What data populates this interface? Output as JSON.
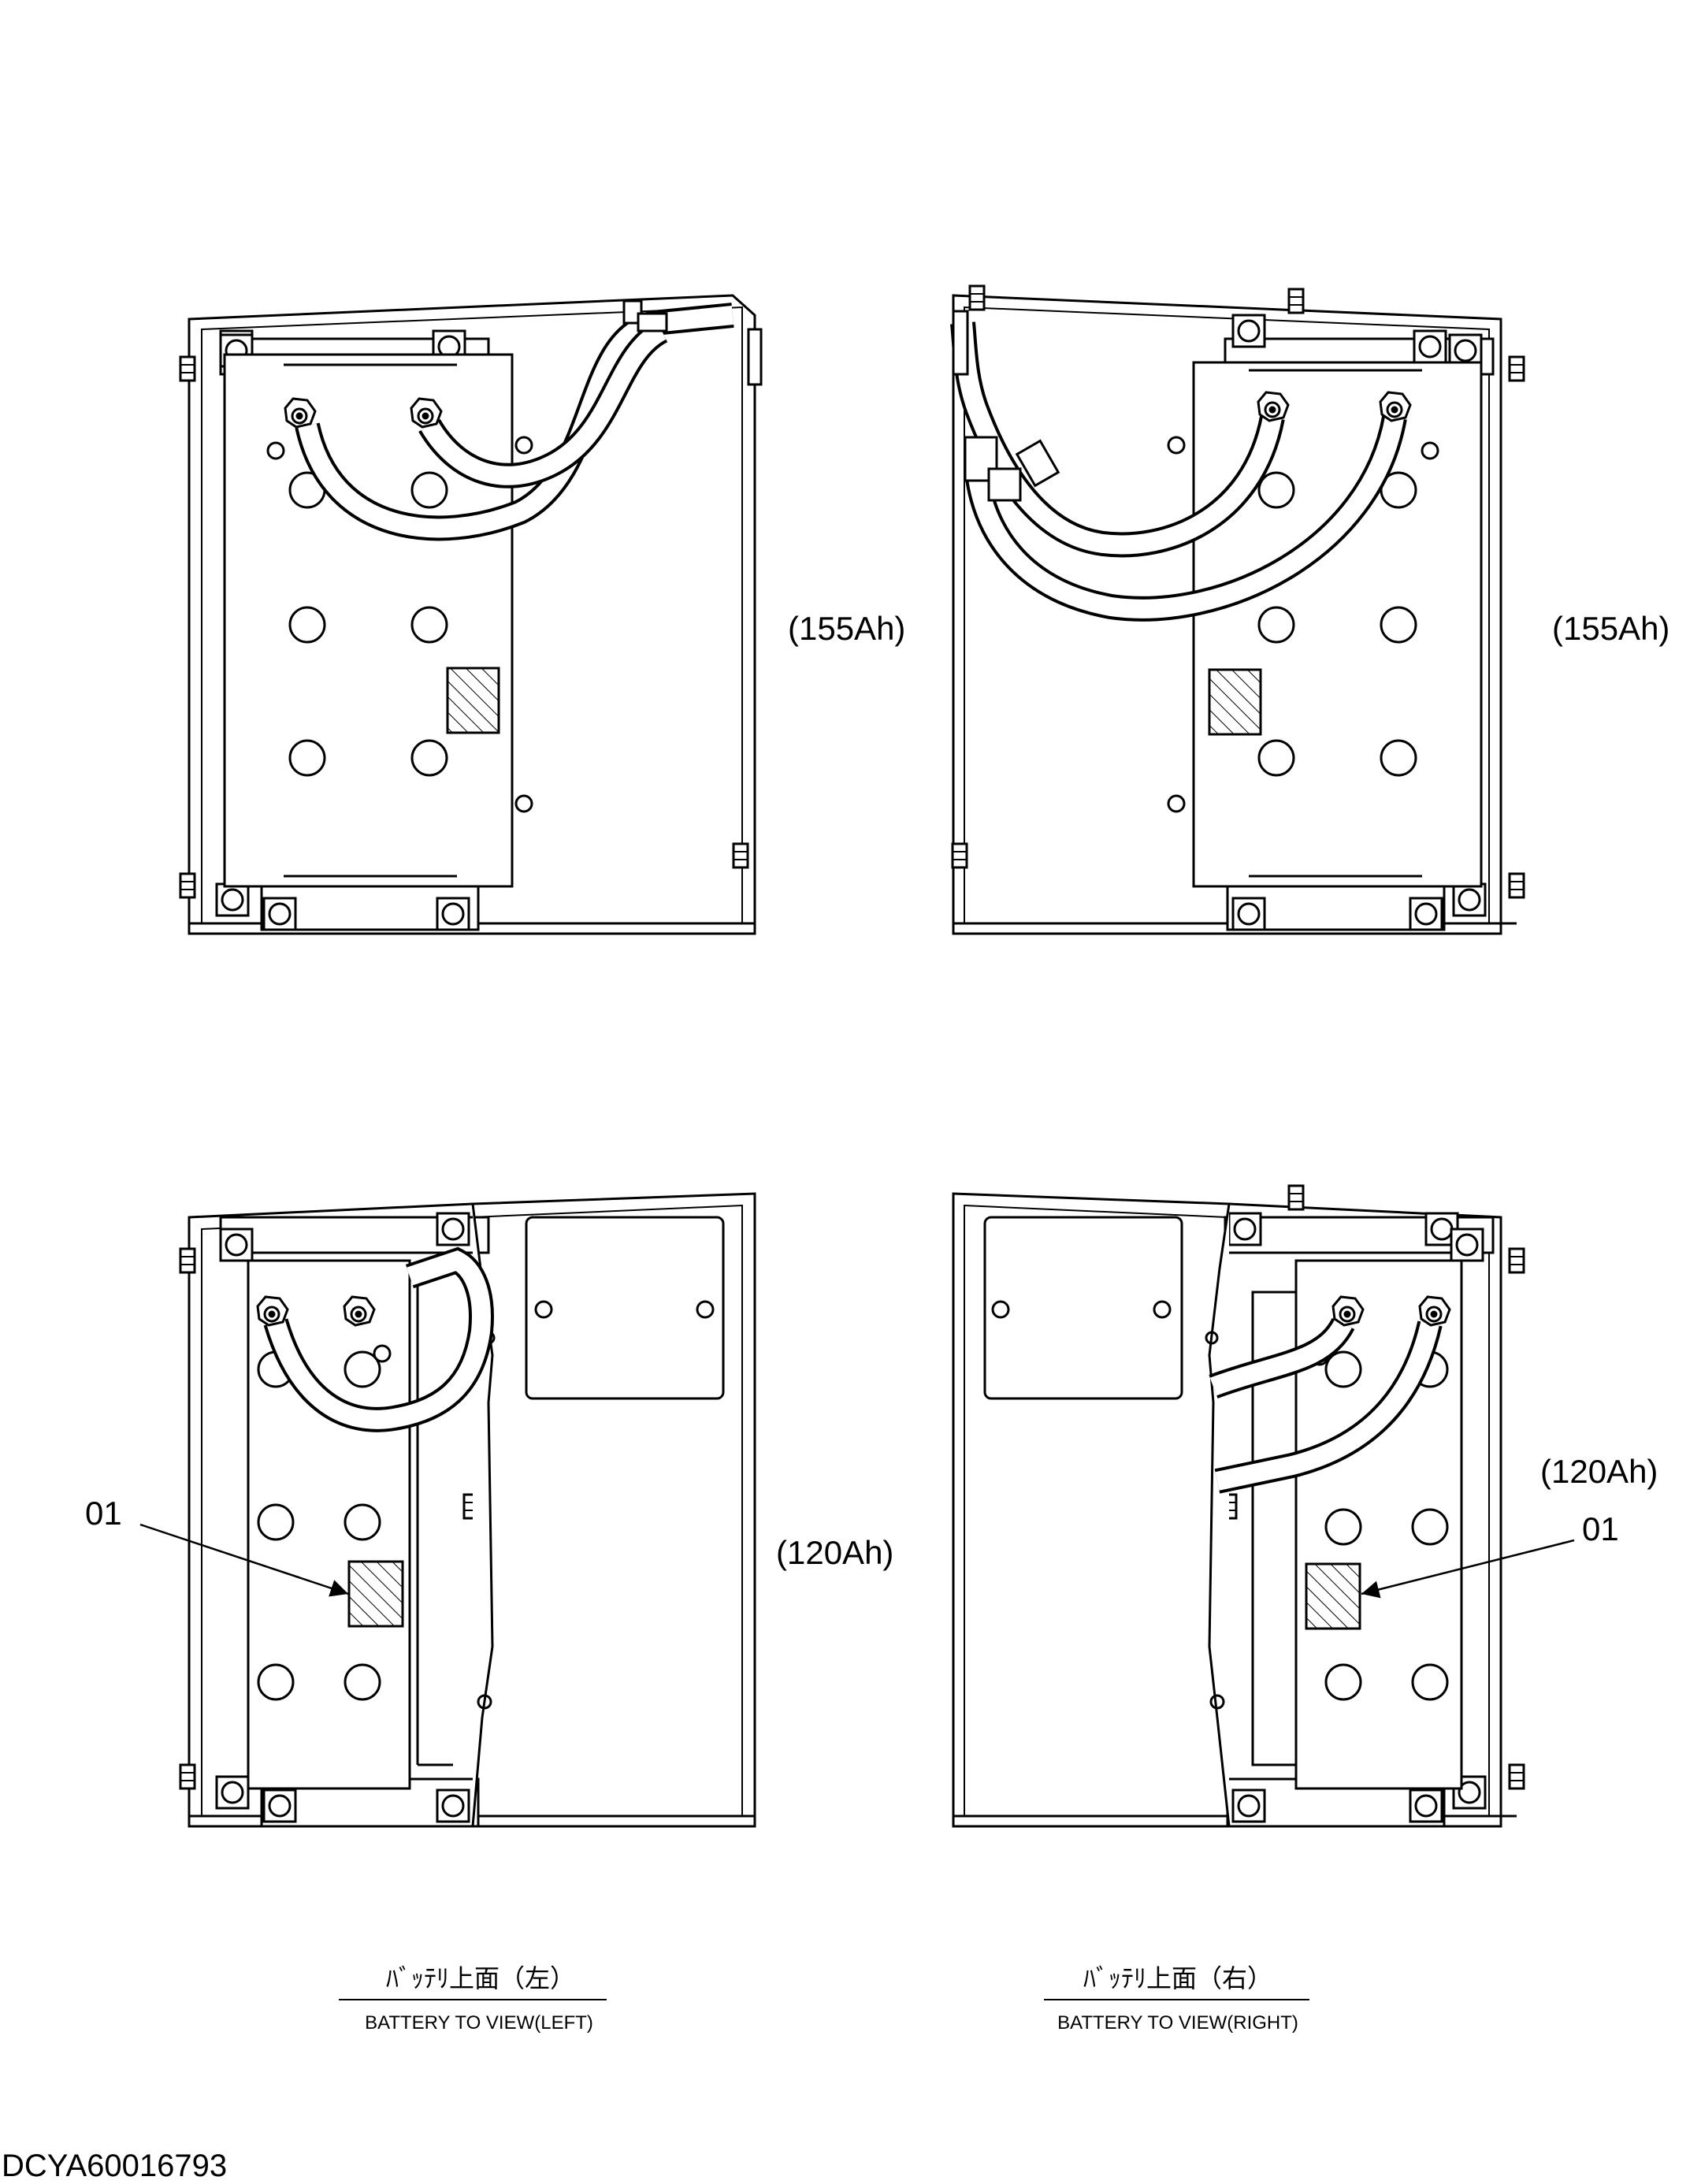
{
  "views": {
    "top_left": {
      "capacity": "(155Ah)"
    },
    "top_right": {
      "capacity": "(155Ah)"
    },
    "bottom_left": {
      "capacity": "(120Ah)",
      "callout": "01"
    },
    "bottom_right": {
      "capacity": "(120Ah)",
      "callout": "01"
    }
  },
  "captions": {
    "left": {
      "jp": "ﾊﾞｯﾃﾘ上面（左）",
      "en": "BATTERY TO VIEW(LEFT)"
    },
    "right": {
      "jp": "ﾊﾞｯﾃﾘ上面（右）",
      "en": "BATTERY TO VIEW(RIGHT)"
    }
  },
  "drawing_number": "DCYA60016793"
}
